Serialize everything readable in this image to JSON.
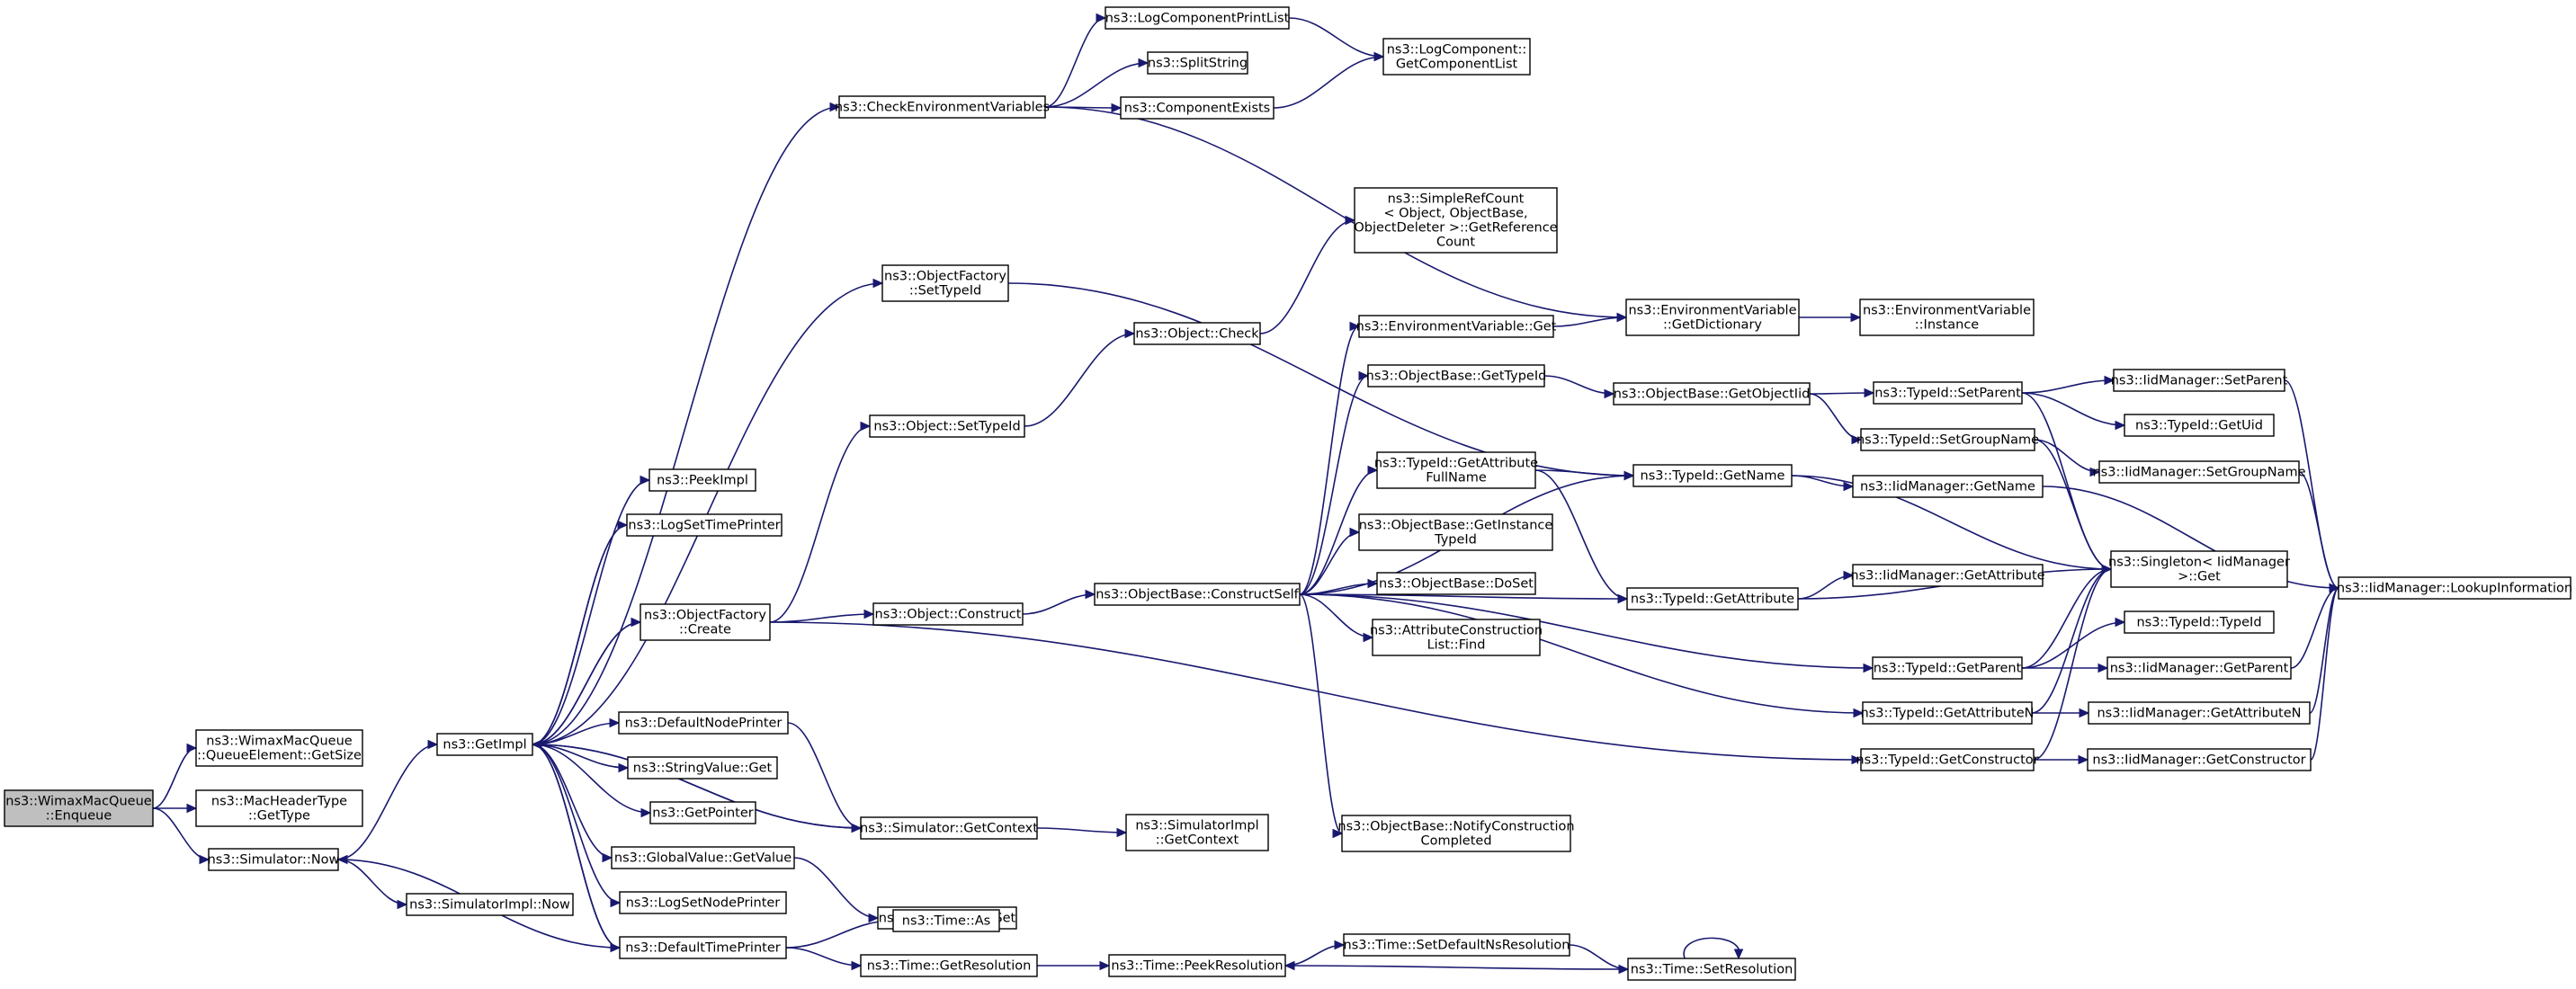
{
  "diagram": {
    "nodes": [
      {
        "id": "enqueue",
        "lines": [
          "ns3::WimaxMacQueue",
          "::Enqueue"
        ],
        "root": true
      },
      {
        "id": "getsize",
        "lines": [
          "ns3::WimaxMacQueue",
          "::QueueElement::GetSize"
        ]
      },
      {
        "id": "macgettype",
        "lines": [
          "ns3::MacHeaderType",
          "::GetType"
        ]
      },
      {
        "id": "simnow",
        "lines": [
          "ns3::Simulator::Now"
        ]
      },
      {
        "id": "simimplnow",
        "lines": [
          "ns3::SimulatorImpl::Now"
        ]
      },
      {
        "id": "getimpl",
        "lines": [
          "ns3::GetImpl"
        ]
      },
      {
        "id": "peekimpl",
        "lines": [
          "ns3::PeekImpl"
        ]
      },
      {
        "id": "logsettimeprinter",
        "lines": [
          "ns3::LogSetTimePrinter"
        ]
      },
      {
        "id": "objfactorycreate",
        "lines": [
          "ns3::ObjectFactory",
          "::Create"
        ]
      },
      {
        "id": "defaultnodeprinter",
        "lines": [
          "ns3::DefaultNodePrinter"
        ]
      },
      {
        "id": "stringvalueget",
        "lines": [
          "ns3::StringValue::Get"
        ]
      },
      {
        "id": "getpointer",
        "lines": [
          "ns3::GetPointer"
        ]
      },
      {
        "id": "globalvalueget",
        "lines": [
          "ns3::GlobalValue::GetValue"
        ]
      },
      {
        "id": "logsetnodeprinter",
        "lines": [
          "ns3::LogSetNodePrinter"
        ]
      },
      {
        "id": "defaulttimeprinter",
        "lines": [
          "ns3::DefaultTimePrinter"
        ]
      },
      {
        "id": "checkenv",
        "lines": [
          "ns3::CheckEnvironmentVariables"
        ]
      },
      {
        "id": "objfactorysettypeid",
        "lines": [
          "ns3::ObjectFactory",
          "::SetTypeId"
        ]
      },
      {
        "id": "objectsettypeid",
        "lines": [
          "ns3::Object::SetTypeId"
        ]
      },
      {
        "id": "objectconstruct",
        "lines": [
          "ns3::Object::Construct"
        ]
      },
      {
        "id": "simgetcontext",
        "lines": [
          "ns3::Simulator::GetContext"
        ]
      },
      {
        "id": "stringvalueset",
        "lines": [
          "ns3::StringValue::Set"
        ]
      },
      {
        "id": "timeas",
        "lines": [
          "ns3::Time::As"
        ]
      },
      {
        "id": "timegetres",
        "lines": [
          "ns3::Time::GetResolution"
        ]
      },
      {
        "id": "logcompprintlist",
        "lines": [
          "ns3::LogComponentPrintList"
        ]
      },
      {
        "id": "splitstring",
        "lines": [
          "ns3::SplitString"
        ]
      },
      {
        "id": "compexists",
        "lines": [
          "ns3::ComponentExists"
        ]
      },
      {
        "id": "objectcheck",
        "lines": [
          "ns3::Object::Check"
        ]
      },
      {
        "id": "constructself",
        "lines": [
          "ns3::ObjectBase::ConstructSelf"
        ]
      },
      {
        "id": "simimplgetcontext",
        "lines": [
          "ns3::SimulatorImpl",
          "::GetContext"
        ]
      },
      {
        "id": "timepeekres",
        "lines": [
          "ns3::Time::PeekResolution"
        ]
      },
      {
        "id": "logcompgetlist",
        "lines": [
          "ns3::LogComponent::",
          "GetComponentList"
        ]
      },
      {
        "id": "simplerefcount",
        "lines": [
          "ns3::SimpleRefCount",
          "< Object, ObjectBase,",
          "ObjectDeleter >::GetReference",
          "Count"
        ]
      },
      {
        "id": "envvarget",
        "lines": [
          "ns3::EnvironmentVariable::Get"
        ]
      },
      {
        "id": "objbasegettypeid",
        "lines": [
          "ns3::ObjectBase::GetTypeId"
        ]
      },
      {
        "id": "typeidgetattrfullname",
        "lines": [
          "ns3::TypeId::GetAttribute",
          "FullName"
        ]
      },
      {
        "id": "objbasegetinstancetypeid",
        "lines": [
          "ns3::ObjectBase::GetInstance",
          "TypeId"
        ]
      },
      {
        "id": "objbasedoset",
        "lines": [
          "ns3::ObjectBase::DoSet"
        ]
      },
      {
        "id": "attrconstrfind",
        "lines": [
          "ns3::AttributeConstruction",
          "List::Find"
        ]
      },
      {
        "id": "notifyconstr",
        "lines": [
          "ns3::ObjectBase::NotifyConstruction",
          "Completed"
        ]
      },
      {
        "id": "timesetdefaultns",
        "lines": [
          "ns3::Time::SetDefaultNsResolution"
        ]
      },
      {
        "id": "envvargetdict",
        "lines": [
          "ns3::EnvironmentVariable",
          "::GetDictionary"
        ]
      },
      {
        "id": "objbasegetobjectiid",
        "lines": [
          "ns3::ObjectBase::GetObjectIid"
        ]
      },
      {
        "id": "typeidgetname",
        "lines": [
          "ns3::TypeId::GetName"
        ]
      },
      {
        "id": "typeidgetattribute",
        "lines": [
          "ns3::TypeId::GetAttribute"
        ]
      },
      {
        "id": "timesetres",
        "lines": [
          "ns3::Time::SetResolution"
        ]
      },
      {
        "id": "envvarinstance",
        "lines": [
          "ns3::EnvironmentVariable",
          "::Instance"
        ]
      },
      {
        "id": "typeidsetparent",
        "lines": [
          "ns3::TypeId::SetParent"
        ]
      },
      {
        "id": "typeidsetgroupname",
        "lines": [
          "ns3::TypeId::SetGroupName"
        ]
      },
      {
        "id": "iidgetname",
        "lines": [
          "ns3::IidManager::GetName"
        ]
      },
      {
        "id": "iidgetattribute",
        "lines": [
          "ns3::IidManager::GetAttribute"
        ]
      },
      {
        "id": "singletonget",
        "lines": [
          "ns3::Singleton< IidManager",
          ">::Get"
        ]
      },
      {
        "id": "typeidgetparent",
        "lines": [
          "ns3::TypeId::GetParent"
        ]
      },
      {
        "id": "typeidgetattributen",
        "lines": [
          "ns3::TypeId::GetAttributeN"
        ]
      },
      {
        "id": "typeidgetconstructor",
        "lines": [
          "ns3::TypeId::GetConstructor"
        ]
      },
      {
        "id": "iidsetparent",
        "lines": [
          "ns3::IidManager::SetParent"
        ]
      },
      {
        "id": "typeidgetuid",
        "lines": [
          "ns3::TypeId::GetUid"
        ]
      },
      {
        "id": "iidsetgroupname",
        "lines": [
          "ns3::IidManager::SetGroupName"
        ]
      },
      {
        "id": "typeidtypeid",
        "lines": [
          "ns3::TypeId::TypeId"
        ]
      },
      {
        "id": "iidgetparent",
        "lines": [
          "ns3::IidManager::GetParent"
        ]
      },
      {
        "id": "iidgetattributen",
        "lines": [
          "ns3::IidManager::GetAttributeN"
        ]
      },
      {
        "id": "iidgetconstructor",
        "lines": [
          "ns3::IidManager::GetConstructor"
        ]
      },
      {
        "id": "iidlookup",
        "lines": [
          "ns3::IidManager::LookupInformation"
        ]
      }
    ],
    "edges": [
      [
        "enqueue",
        "getsize"
      ],
      [
        "enqueue",
        "macgettype"
      ],
      [
        "enqueue",
        "simnow"
      ],
      [
        "simnow",
        "getimpl"
      ],
      [
        "simnow",
        "simimplnow"
      ],
      [
        "getimpl",
        "peekimpl"
      ],
      [
        "getimpl",
        "logsettimeprinter"
      ],
      [
        "getimpl",
        "objfactorycreate"
      ],
      [
        "getimpl",
        "defaultnodeprinter"
      ],
      [
        "getimpl",
        "stringvalueget"
      ],
      [
        "getimpl",
        "getpointer"
      ],
      [
        "getimpl",
        "globalvalueget"
      ],
      [
        "getimpl",
        "logsetnodeprinter"
      ],
      [
        "getimpl",
        "defaulttimeprinter"
      ],
      [
        "getimpl",
        "checkenv"
      ],
      [
        "getimpl",
        "objfactorysettypeid"
      ],
      [
        "getimpl",
        "simgetcontext"
      ],
      [
        "logsettimeprinter",
        "getimpl"
      ],
      [
        "objfactorycreate",
        "getimpl"
      ],
      [
        "objfactorycreate",
        "objectsettypeid"
      ],
      [
        "objfactorycreate",
        "objectconstruct"
      ],
      [
        "objfactorycreate",
        "typeidgetconstructor"
      ],
      [
        "defaultnodeprinter",
        "simgetcontext"
      ],
      [
        "simgetcontext",
        "getimpl"
      ],
      [
        "simgetcontext",
        "simimplgetcontext"
      ],
      [
        "globalvalueget",
        "stringvalueset"
      ],
      [
        "defaulttimeprinter",
        "simnow"
      ],
      [
        "defaulttimeprinter",
        "timeas"
      ],
      [
        "defaulttimeprinter",
        "timegetres"
      ],
      [
        "defaulttimeprinter",
        "getimpl"
      ],
      [
        "checkenv",
        "logcompprintlist"
      ],
      [
        "checkenv",
        "splitstring"
      ],
      [
        "checkenv",
        "compexists"
      ],
      [
        "checkenv",
        "envvargetdict"
      ],
      [
        "logcompprintlist",
        "logcompgetlist"
      ],
      [
        "compexists",
        "logcompgetlist"
      ],
      [
        "objfactorysettypeid",
        "typeidgetname"
      ],
      [
        "objectsettypeid",
        "objectcheck"
      ],
      [
        "objectcheck",
        "simplerefcount"
      ],
      [
        "objectconstruct",
        "constructself"
      ],
      [
        "timegetres",
        "timepeekres"
      ],
      [
        "timepeekres",
        "timesetdefaultns"
      ],
      [
        "timesetdefaultns",
        "timesetres"
      ],
      [
        "timesetres",
        "timepeekres"
      ],
      [
        "timesetres",
        "timesetres"
      ],
      [
        "constructself",
        "envvarget"
      ],
      [
        "constructself",
        "objbasegettypeid"
      ],
      [
        "constructself",
        "typeidgetname"
      ],
      [
        "constructself",
        "typeidgetattrfullname"
      ],
      [
        "constructself",
        "objbasegetinstancetypeid"
      ],
      [
        "constructself",
        "objbasedoset"
      ],
      [
        "constructself",
        "attrconstrfind"
      ],
      [
        "constructself",
        "typeidgetattribute"
      ],
      [
        "constructself",
        "typeidgetparent"
      ],
      [
        "constructself",
        "typeidgetattributen"
      ],
      [
        "constructself",
        "notifyconstr"
      ],
      [
        "envvarget",
        "envvargetdict"
      ],
      [
        "envvargetdict",
        "envvarinstance"
      ],
      [
        "objbasegettypeid",
        "objbasegetobjectiid"
      ],
      [
        "objbasegetobjectiid",
        "typeidsetparent"
      ],
      [
        "objbasegetobjectiid",
        "typeidsetgroupname"
      ],
      [
        "typeidgetattrfullname",
        "typeidgetname"
      ],
      [
        "typeidgetattrfullname",
        "typeidgetattribute"
      ],
      [
        "typeidgetname",
        "iidgetname"
      ],
      [
        "typeidgetname",
        "singletonget"
      ],
      [
        "typeidgetattribute",
        "iidgetattribute"
      ],
      [
        "typeidgetattribute",
        "singletonget"
      ],
      [
        "typeidsetparent",
        "iidsetparent"
      ],
      [
        "typeidsetparent",
        "typeidgetuid"
      ],
      [
        "typeidsetparent",
        "singletonget"
      ],
      [
        "typeidsetgroupname",
        "iidsetgroupname"
      ],
      [
        "typeidsetgroupname",
        "singletonget"
      ],
      [
        "iidgetname",
        "iidlookup"
      ],
      [
        "iidsetparent",
        "iidlookup"
      ],
      [
        "iidsetgroupname",
        "iidlookup"
      ],
      [
        "typeidgetparent",
        "typeidtypeid"
      ],
      [
        "typeidgetparent",
        "iidgetparent"
      ],
      [
        "typeidgetparent",
        "singletonget"
      ],
      [
        "typeidgetattributen",
        "iidgetattributen"
      ],
      [
        "typeidgetattributen",
        "singletonget"
      ],
      [
        "typeidgetconstructor",
        "iidgetconstructor"
      ],
      [
        "typeidgetconstructor",
        "singletonget"
      ],
      [
        "iidgetparent",
        "iidlookup"
      ],
      [
        "iidgetattributen",
        "iidlookup"
      ],
      [
        "iidgetconstructor",
        "iidlookup"
      ]
    ]
  }
}
